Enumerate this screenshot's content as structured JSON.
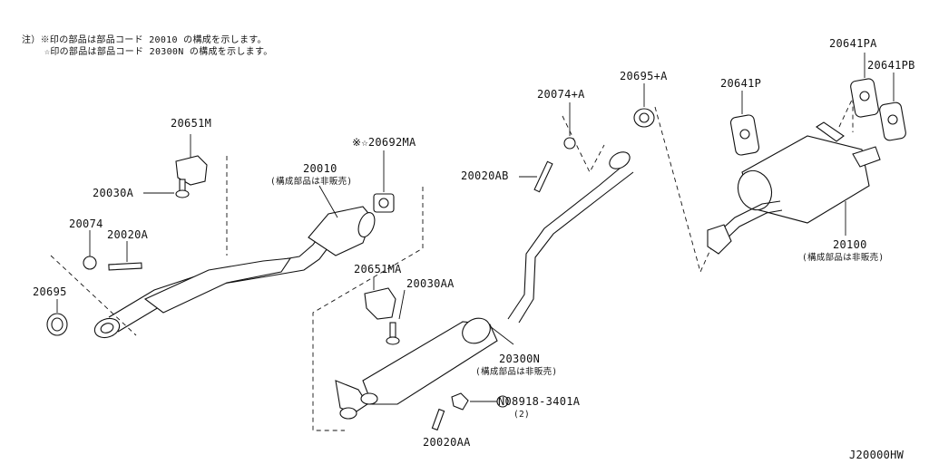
{
  "notes": {
    "line1": "注）※印の部品は部品コード 20010 の構成を示します。",
    "line2": "☆印の部品は部品コード 20300N の構成を示します。"
  },
  "parts": {
    "p20651M": "20651M",
    "p20030A": "20030A",
    "p20074": "20074",
    "p20020A": "20020A",
    "p20695": "20695",
    "p20010": "20010",
    "p20010_note": "(構成部品は非販売)",
    "p20692MA": "※☆20692MA",
    "p20651MA": "20651MA",
    "p20030AA": "20030AA",
    "p20300N": "20300N",
    "p20300N_note": "(構成部品は非販売)",
    "p08918": "N08918-3401A",
    "p08918_qty": "(2)",
    "p20020AA": "20020AA",
    "p20074A": "20074+A",
    "p20020AB": "20020AB",
    "p20695A": "20695+A",
    "p20641P": "20641P",
    "p20641PA": "20641PA",
    "p20641PB": "20641PB",
    "p20100": "20100",
    "p20100_note": "(構成部品は非販売)"
  },
  "diagram_code": "J20000HW"
}
